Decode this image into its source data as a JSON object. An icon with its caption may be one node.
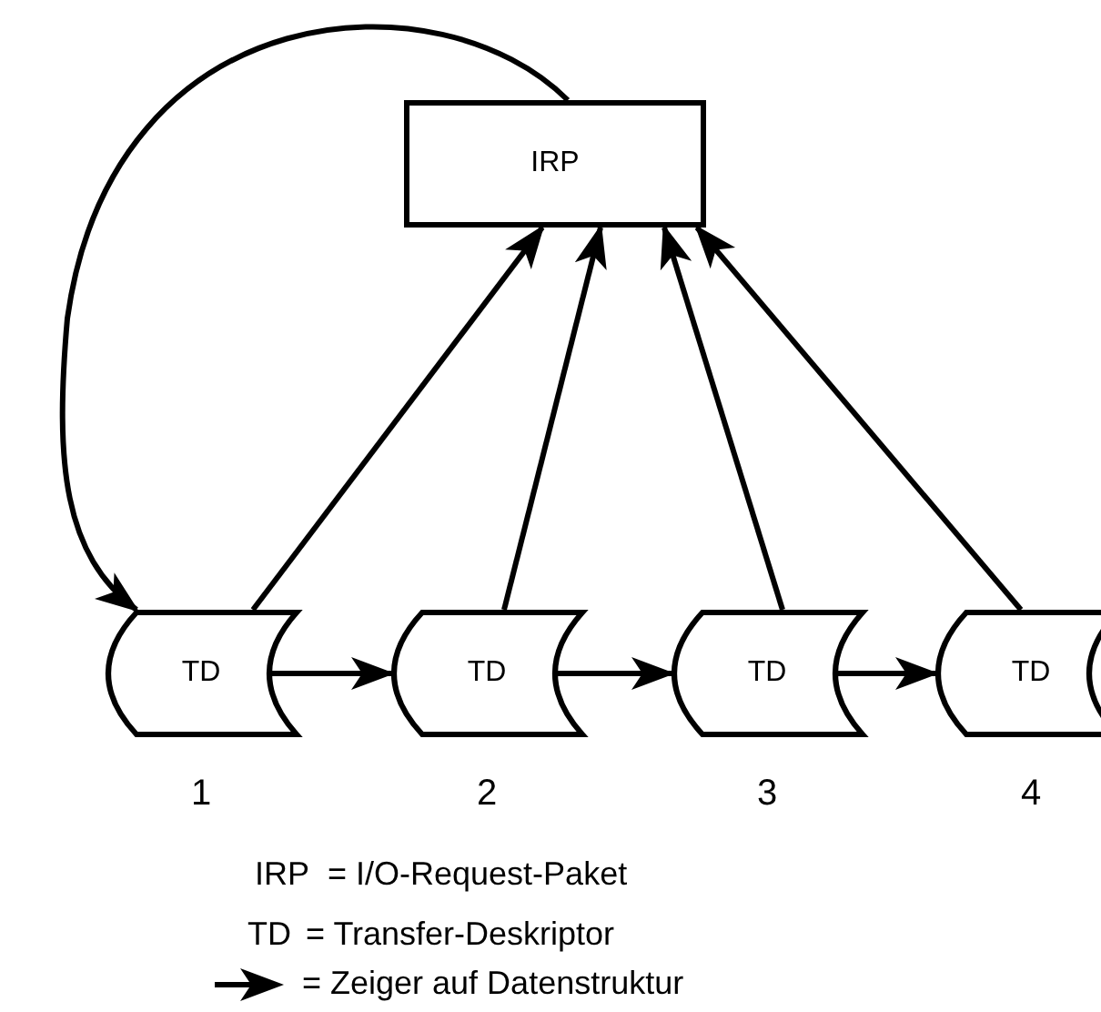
{
  "diagram": {
    "nodes": [
      {
        "text": [
          "IRP"
        ]
      },
      {
        "text": [
          "TD"
        ],
        "beside": [
          "1"
        ]
      },
      {
        "text": [
          "TD"
        ],
        "beside": [
          "2"
        ]
      },
      {
        "text": [
          "TD"
        ],
        "beside": [
          "3"
        ]
      },
      {
        "text": [
          "TD"
        ],
        "beside": [
          "4"
        ]
      },
      {
        "text": [],
        "shape": "box"
      }
    ],
    "edges": [
      {
        "from": 0,
        "to": 1,
        "arrow": "to"
      },
      {
        "from": 1,
        "to": 0,
        "arrow": "to"
      },
      {
        "from": 2,
        "to": 0,
        "arrow": "to"
      },
      {
        "from": 3,
        "to": 0,
        "arrow": "to"
      },
      {
        "from": 4,
        "to": 0,
        "arrow": "to"
      },
      {
        "from": 1,
        "to": 2,
        "arrow": "to"
      },
      {
        "from": 2,
        "to": 3,
        "arrow": "to"
      },
      {
        "from": 3,
        "to": 4,
        "arrow": "to"
      }
    ],
    "labels": [
      "IRP",
      "= I/O-Request-Paket",
      "TD",
      "= Transfer-Deskriptor"
    ],
    "legend": [
      {
        "text": "= Zeiger auf Datenstruktur"
      }
    ]
  }
}
